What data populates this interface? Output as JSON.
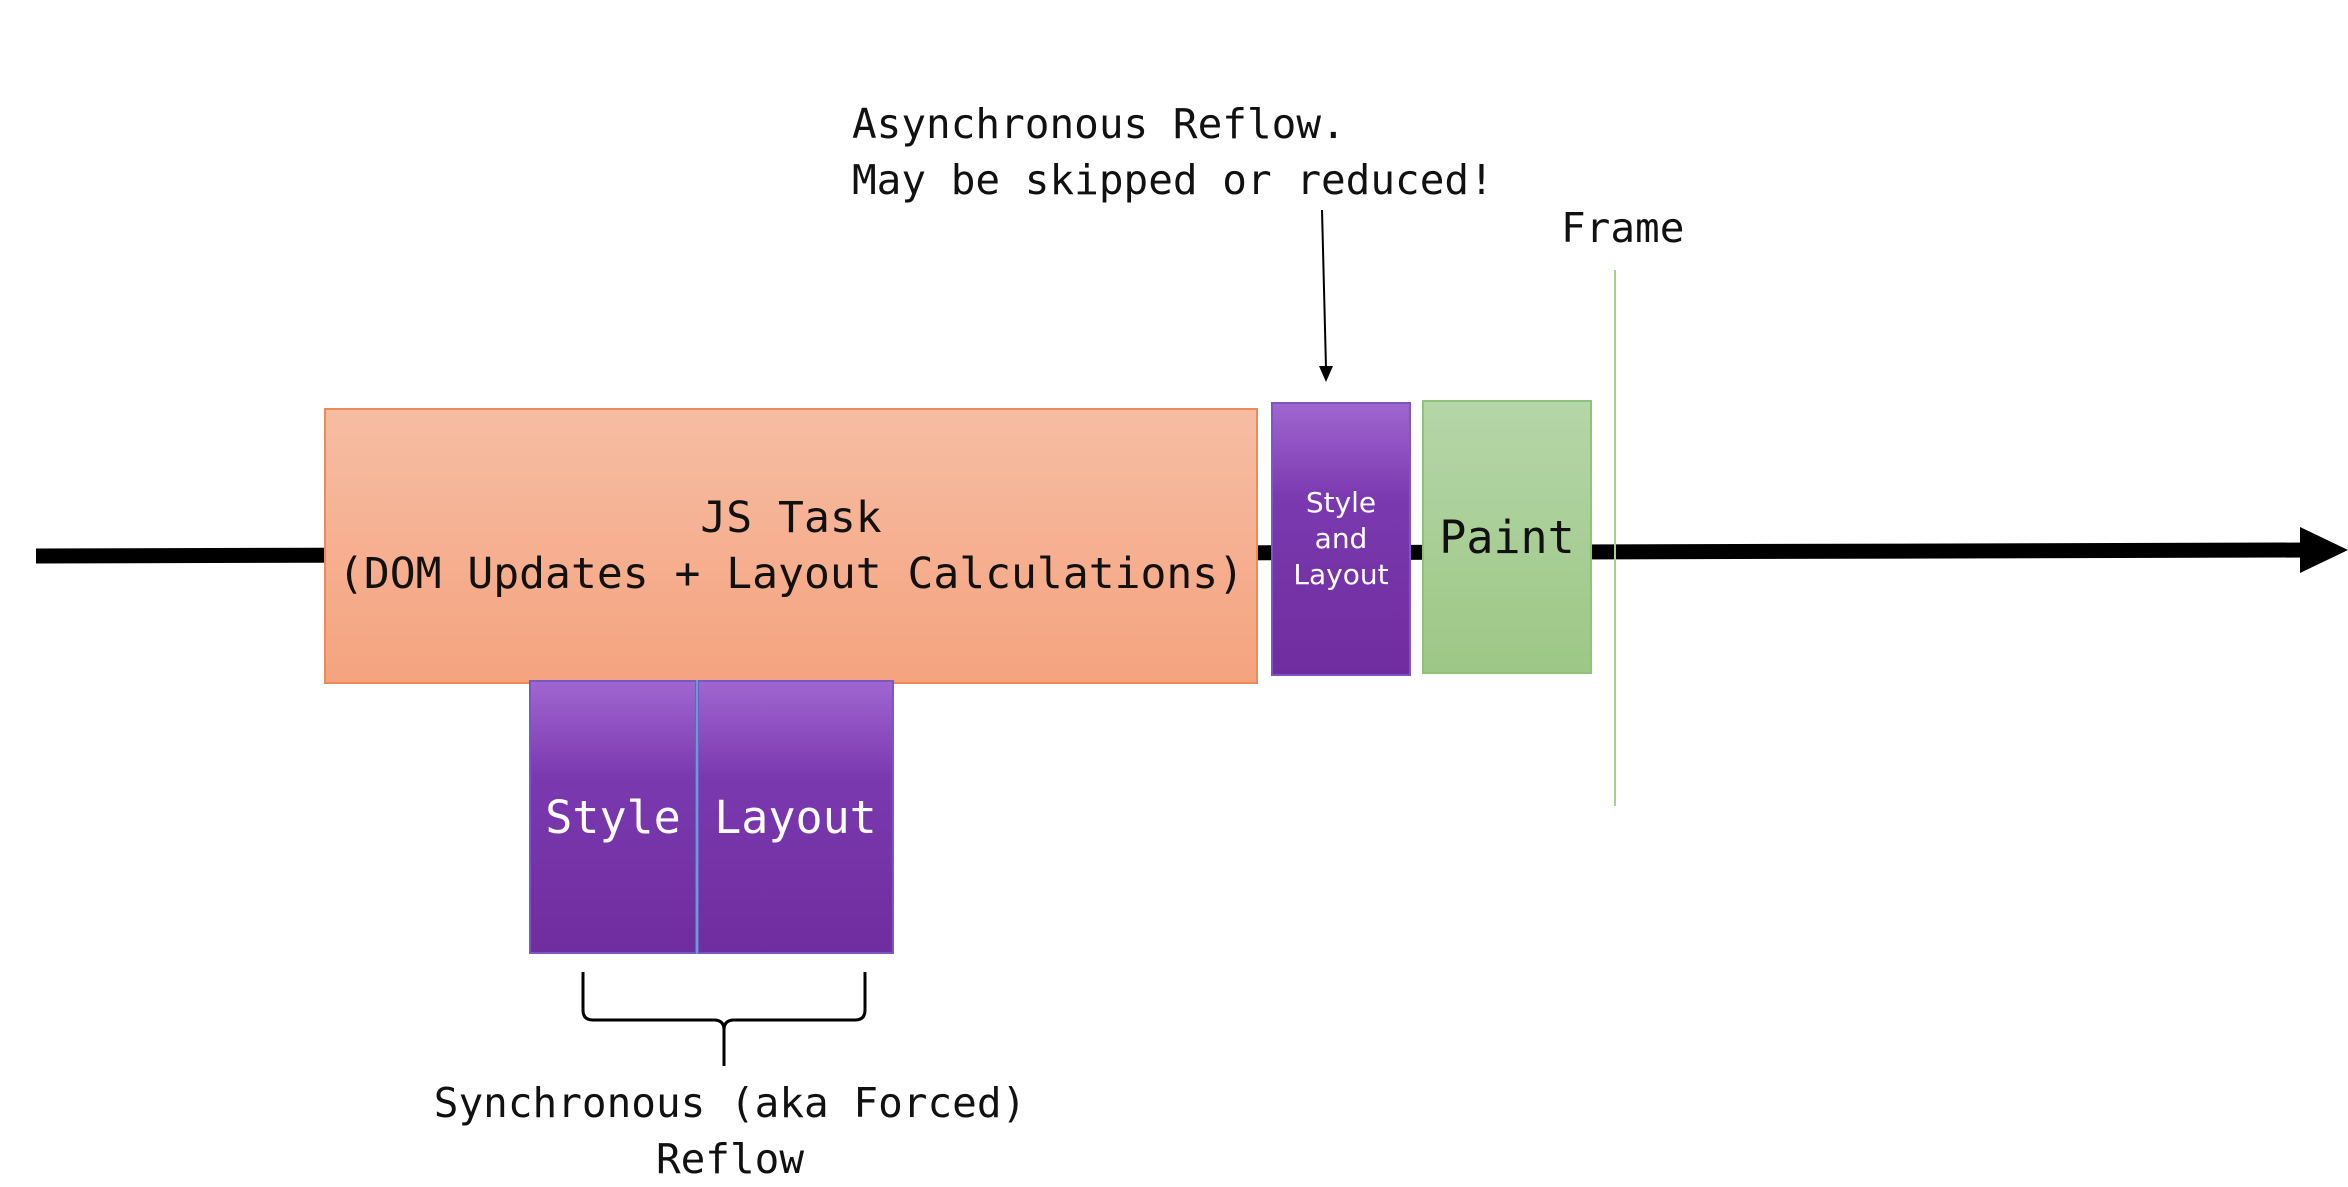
{
  "diagram": {
    "js_task": {
      "line1": "JS Task",
      "line2": "(DOM Updates + Layout Calculations)"
    },
    "forced_reflow": {
      "style_label": "Style",
      "layout_label": "Layout",
      "caption_line1": "Synchronous (aka Forced)",
      "caption_line2": "Reflow"
    },
    "async_reflow": {
      "box_line1": "Style",
      "box_line2": "and",
      "box_line3": "Layout",
      "note_line1": "Asynchronous Reflow.",
      "note_line2": "May be skipped or reduced!"
    },
    "paint": {
      "label": "Paint"
    },
    "frame": {
      "label": "Frame"
    },
    "colors": {
      "js_task": "#f5a37f",
      "reflow": "#7030a0",
      "paint": "#a9d18e",
      "frame_line": "#a9d18e",
      "timeline": "#000000"
    }
  }
}
